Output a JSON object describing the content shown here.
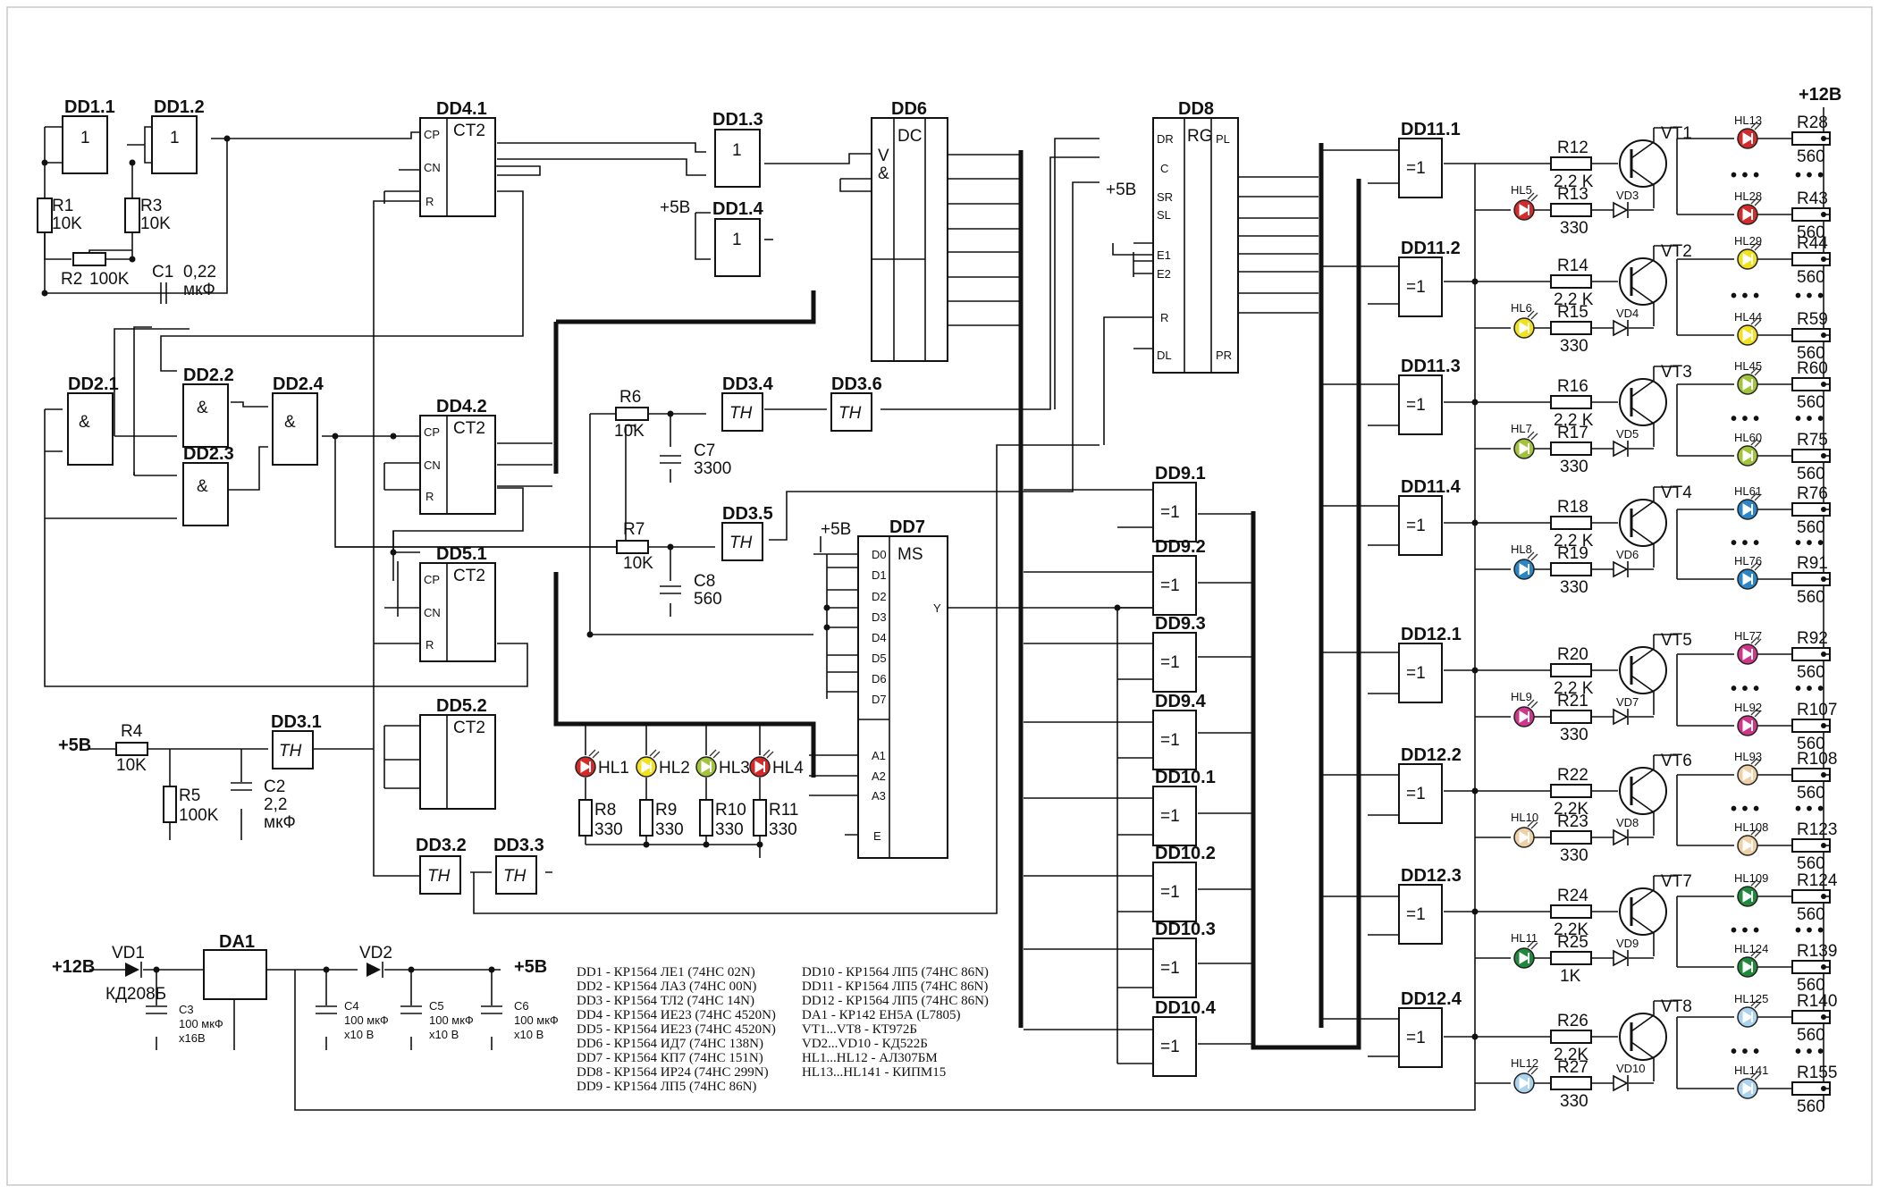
{
  "rails": {
    "plus12_top": "+12В",
    "plus12_left": "+12В",
    "plus5": "+5В"
  },
  "chips": {
    "dd1_1": "DD1.1",
    "dd1_2": "DD1.2",
    "dd1_3": "DD1.3",
    "dd1_4": "DD1.4",
    "dd2_1": "DD2.1",
    "dd2_2": "DD2.2",
    "dd2_3": "DD2.3",
    "dd2_4": "DD2.4",
    "dd3_1": "DD3.1",
    "dd3_2": "DD3.2",
    "dd3_3": "DD3.3",
    "dd3_4": "DD3.4",
    "dd3_5": "DD3.5",
    "dd3_6": "DD3.6",
    "dd4_1": "DD4.1",
    "dd4_2": "DD4.2",
    "dd5_1": "DD5.1",
    "dd5_2": "DD5.2",
    "dd6": "DD6",
    "dd7": "DD7",
    "dd8": "DD8",
    "da1": "DA1",
    "dd9_1": "DD9.1",
    "dd9_2": "DD9.2",
    "dd9_3": "DD9.3",
    "dd9_4": "DD9.4",
    "dd10_1": "DD10.1",
    "dd10_2": "DD10.2",
    "dd10_3": "DD10.3",
    "dd10_4": "DD10.4",
    "dd11_1": "DD11.1",
    "dd11_2": "DD11.2",
    "dd11_3": "DD11.3",
    "dd11_4": "DD11.4",
    "dd12_1": "DD12.1",
    "dd12_2": "DD12.2",
    "dd12_3": "DD12.3",
    "dd12_4": "DD12.4"
  },
  "functions": {
    "one": "1",
    "and": "&",
    "ct2": "CT2",
    "th": "TH",
    "xor": "=1",
    "dc": "DC",
    "ms": "MS",
    "rg": "RG",
    "cp": "CP",
    "cn": "CN",
    "r": "R",
    "v": "V",
    "d0": "D0",
    "d1": "D1",
    "d2": "D2",
    "d3": "D3",
    "d4": "D4",
    "d5": "D5",
    "d6": "D6",
    "d7": "D7",
    "a1": "A1",
    "a2": "A2",
    "a3": "A3",
    "e": "E",
    "y": "Y",
    "dr": "DR",
    "c": "C",
    "sr": "SR",
    "sl": "SL",
    "e1": "E1",
    "e2": "E2",
    "dl": "DL",
    "pl": "PL",
    "pr": "PR"
  },
  "components": {
    "r1": "R1",
    "r1v": "10K",
    "r2": "R2",
    "r2v": "100K",
    "r3": "R3",
    "r3v": "10K",
    "c1": "C1",
    "c1v": "0,22",
    "c1u": "мкФ",
    "r4": "R4",
    "r4v": "10K",
    "r5": "R5",
    "r5v": "100K",
    "c2": "C2",
    "c2v": "2,2",
    "c2u": "мкФ",
    "r6": "R6",
    "r6v": "10K",
    "c7": "C7",
    "c7v": "3300",
    "r7": "R7",
    "r7v": "10K",
    "c8": "C8",
    "c8v": "560",
    "r8": "R8",
    "r9": "R9",
    "r10": "R10",
    "r11": "R11",
    "rv330": "330",
    "hl1": "HL1",
    "hl2": "HL2",
    "hl3": "HL3",
    "hl4": "HL4",
    "vd1": "VD1",
    "vd1t": "КД208Б",
    "vd2": "VD2",
    "c3": "C3",
    "c3v": "100 мкФ",
    "c3u": "х16В",
    "c4": "C4",
    "c5": "C5",
    "c6": "C6",
    "cxv": "100 мкФ",
    "cxu": "х10 В"
  },
  "channels": [
    {
      "vt": "VT1",
      "rb": "R12",
      "rbv": "2,2 K",
      "vd": "VD3",
      "hl": "HL5",
      "rl": "R13",
      "rlv": "330",
      "a": "HL13",
      "ra": "R28",
      "b": "HL28",
      "rb2": "R43",
      "color": "#d42a2a"
    },
    {
      "vt": "VT2",
      "rb": "R14",
      "rbv": "2,2 K",
      "vd": "VD4",
      "hl": "HL6",
      "rl": "R15",
      "rlv": "330",
      "a": "HL29",
      "ra": "R44",
      "b": "HL44",
      "rb2": "R59",
      "color": "#f2e21b"
    },
    {
      "vt": "VT3",
      "rb": "R16",
      "rbv": "2,2 K",
      "vd": "VD5",
      "hl": "HL7",
      "rl": "R17",
      "rlv": "330",
      "a": "HL45",
      "ra": "R60",
      "b": "HL60",
      "rb2": "R75",
      "color": "#a2c43a"
    },
    {
      "vt": "VT4",
      "rb": "R18",
      "rbv": "2,2 K",
      "vd": "VD6",
      "hl": "HL8",
      "rl": "R19",
      "rlv": "330",
      "a": "HL61",
      "ra": "R76",
      "b": "HL76",
      "rb2": "R91",
      "color": "#2a86c8"
    },
    {
      "vt": "VT5",
      "rb": "R20",
      "rbv": "2,2 K",
      "vd": "VD7",
      "hl": "HL9",
      "rl": "R21",
      "rlv": "330",
      "a": "HL77",
      "ra": "R92",
      "b": "HL92",
      "rb2": "R107",
      "color": "#d2368a"
    },
    {
      "vt": "VT6",
      "rb": "R22",
      "rbv": "2,2K",
      "vd": "VD8",
      "hl": "HL10",
      "rl": "R23",
      "rlv": "330",
      "a": "HL93",
      "ra": "R108",
      "b": "HL108",
      "rb2": "R123",
      "color": "#efcfa4"
    },
    {
      "vt": "VT7",
      "rb": "R24",
      "rbv": "2,2K",
      "vd": "VD9",
      "hl": "HL11",
      "rl": "R25",
      "rlv": "1K",
      "a": "HL109",
      "ra": "R124",
      "b": "HL124",
      "rb2": "R139",
      "color": "#1f8a3c"
    },
    {
      "vt": "VT8",
      "rb": "R26",
      "rbv": "2,2K",
      "vd": "VD10",
      "hl": "HL12",
      "rl": "R27",
      "rlv": "330",
      "a": "HL125",
      "ra": "R140",
      "b": "HL141",
      "rb2": "R155",
      "color": "#a9d3ef"
    }
  ],
  "led_resistor_value": "560",
  "dots": "• • •",
  "legend": {
    "left": [
      "DD1 - КР1564 ЛЕ1 (74HC 02N)",
      "DD2 - КР1564 ЛА3 (74HC 00N)",
      "DD3 - КР1564 ТЛ2 (74HC 14N)",
      "DD4 - КР1564 ИЕ23 (74HC 4520N)",
      "DD5 - КР1564 ИЕ23 (74HC 4520N)",
      "DD6 - КР1564 ИД7 (74HC 138N)",
      "DD7 - КР1564 КП7 (74HC 151N)",
      "DD8 - КР1564 ИР24 (74HC 299N)",
      "DD9 - КР1564 ЛП5 (74HC 86N)"
    ],
    "right": [
      "DD10 - КР1564 ЛП5 (74HC 86N)",
      "DD11 - КР1564 ЛП5 (74HC 86N)",
      "DD12 - КР1564 ЛП5 (74HC 86N)",
      "DA1 - КР142 ЕН5А (L7805)",
      "VT1...VT8 - КТ972Б",
      "VD2...VD10 - КД522Б",
      "HL1...HL12 - АЛ307БМ",
      "HL13...HL141 - КИПМ15"
    ]
  },
  "colors": {
    "red": "#d42a2a",
    "yellow": "#f2e21b",
    "olive": "#a2c43a",
    "blue": "#2a86c8",
    "magenta": "#d2368a",
    "beige": "#efcfa4",
    "green": "#1f8a3c",
    "lightblue": "#a9d3ef"
  }
}
